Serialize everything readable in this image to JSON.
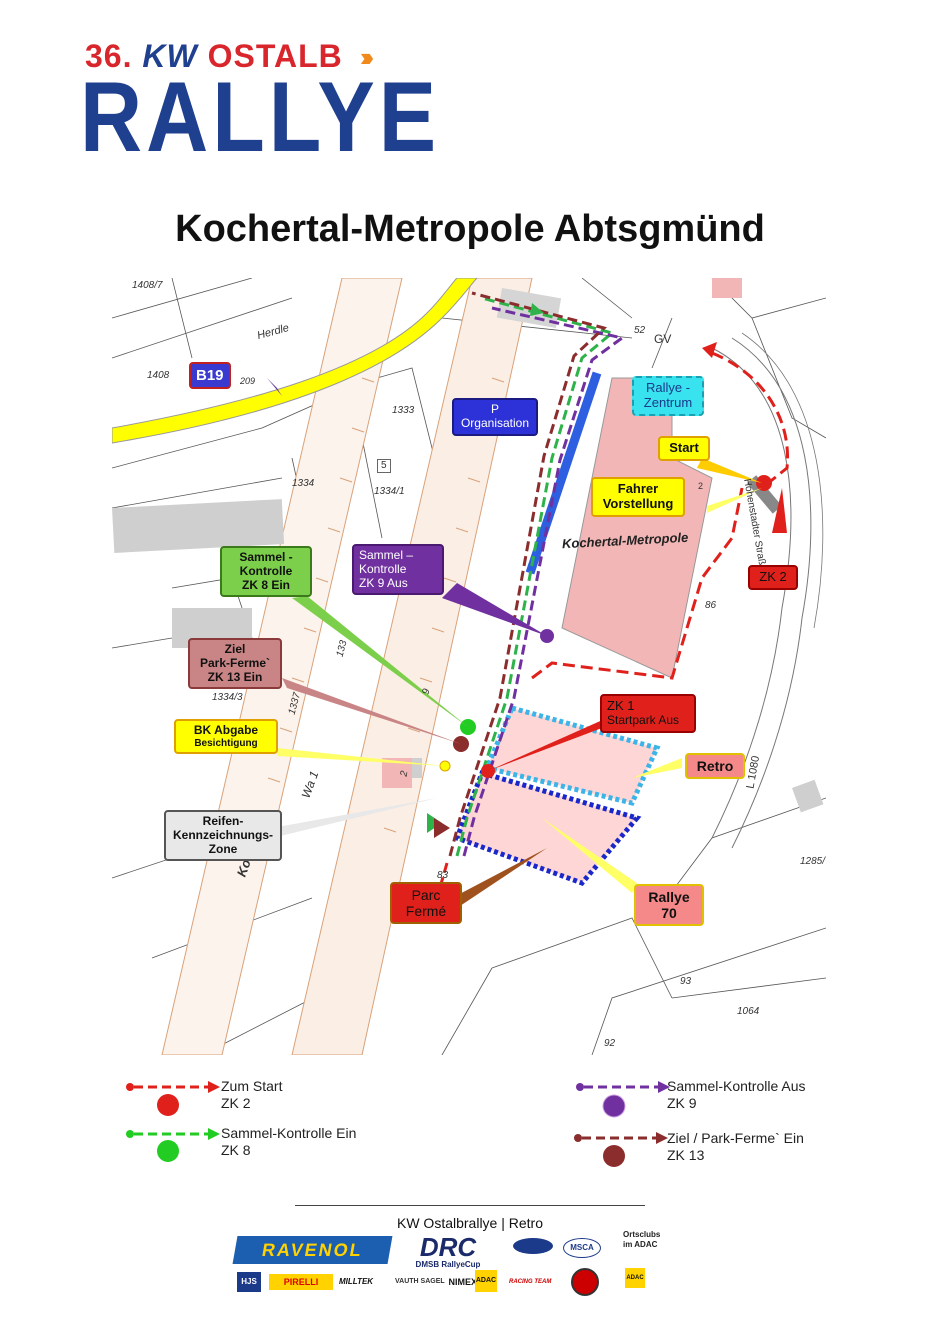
{
  "header": {
    "logo_number": "36.",
    "logo_brand": "KW",
    "logo_region": "OSTALB",
    "logo_word": "RALLYE",
    "title": "Kochertal-Metropole Abtsgmünd"
  },
  "map": {
    "parcels": [
      "1408/7",
      "Herdle",
      "1408",
      "209",
      "1333",
      "5",
      "1334",
      "1334/1",
      "1334/3",
      "133",
      "1337",
      "2",
      "Wa 1",
      "Kocher",
      "83",
      "9",
      "52",
      "GV",
      "86",
      "Hohenstadter Straße",
      "L 1080",
      "1285/",
      "93",
      "1064",
      "92",
      "2"
    ],
    "building_label": "Kochertal-Metropole",
    "callouts": {
      "b19": "B19",
      "p_organisation_1": "P",
      "p_organisation_2": "Organisation",
      "rallye_zentrum_1": "Rallye -",
      "rallye_zentrum_2": "Zentrum",
      "start": "Start",
      "fahrer_1": "Fahrer",
      "fahrer_2": "Vorstellung",
      "zk2": "ZK 2",
      "sammel_ein_1": "Sammel -",
      "sammel_ein_2": "Kontrolle",
      "sammel_ein_3": "ZK 8   Ein",
      "sammel_aus_1": "Sammel –",
      "sammel_aus_2": "Kontrolle",
      "sammel_aus_3": "ZK 9     Aus",
      "ziel_1": "Ziel",
      "ziel_2": "Park-Ferme`",
      "ziel_3": "ZK 13 Ein",
      "bk_1": "BK Abgabe",
      "bk_2": "Besichtigung",
      "zk1_1": "ZK 1",
      "zk1_2": "Startpark Aus",
      "retro": "Retro",
      "reifen_1": "Reifen-",
      "reifen_2": "Kennzeichnungs-",
      "reifen_3": "Zone",
      "parc_1": "Parc",
      "parc_2": "Fermé",
      "rallye70_1": "Rallye",
      "rallye70_2": "70"
    },
    "colors": {
      "red_route": "#e0201b",
      "green_route": "#2db34a",
      "purple_route": "#7030a0",
      "brown_route": "#8b2d2d",
      "b19_road": "#ffff00",
      "building": "#f2b6b6",
      "parc_fill": "#ffd6d6",
      "retro_border": "#3db4e8",
      "rallye70_border": "#1a27c9"
    }
  },
  "legend": [
    {
      "line1": "Zum Start",
      "line2": "ZK 2",
      "color": "#e0201b"
    },
    {
      "line1": "Sammel-Kontrolle Ein",
      "line2": "ZK 8",
      "color": "#22cc22"
    },
    {
      "line1": "Sammel-Kontrolle Aus",
      "line2": "ZK 9",
      "color": "#7030a0"
    },
    {
      "line1": "Ziel / Park-Ferme` Ein",
      "line2": "ZK 13",
      "color": "#8b2d2d"
    }
  ],
  "footer": {
    "text": "KW Ostalbrallye | Retro",
    "sponsors": {
      "ravenol": "RAVENOL",
      "drc": "DRC",
      "drc_sub": "DMSB RallyeCup",
      "ortsclubs_1": "Ortsclubs",
      "ortsclubs_2": "im ADAC",
      "msca": "MSCA",
      "adac_1": "ADAC",
      "adac_2": "ADAC",
      "hjs": "HJS",
      "pirelli": "PIRELLI",
      "milltek": "MILLTEK",
      "vauth": "VAUTH SAGEL",
      "nimex": "NIMEX",
      "racing_team": "RACING TEAM"
    }
  }
}
